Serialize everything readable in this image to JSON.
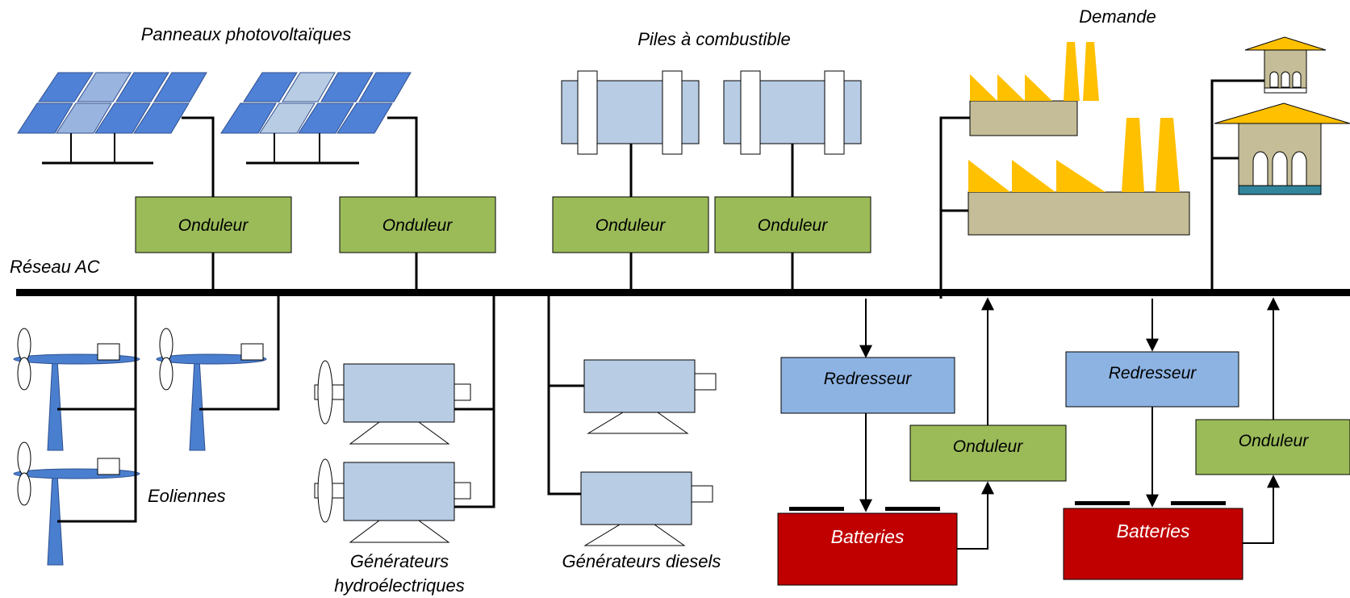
{
  "labels": {
    "pv": "Panneaux photovoltaïques",
    "fuel_cells": "Piles à combustible",
    "demand": "Demande",
    "ac_network": "Réseau AC",
    "wind": "Eoliennes",
    "hydro_line1": "Générateurs",
    "hydro_line2": "hydroélectriques",
    "diesel": "Générateurs diesels"
  },
  "boxes": {
    "inverter": "Onduleur",
    "rectifier": "Redresseur",
    "battery": "Batteries"
  },
  "colors": {
    "inverter": "#9bbb59",
    "rectifier": "#8db3e2",
    "battery": "#c00000",
    "battery_text": "#ffffff",
    "equipment": "#b8cce4",
    "pv_panel": "#4f81d6",
    "pv_panel_light": "#9ab4e0",
    "turbine": "#4a7fcf",
    "factory": "#c4bd97",
    "roof": "#ffc000",
    "house_base": "#31859c",
    "line": "#000000"
  },
  "icons": [
    "solar-panel-icon",
    "fuel-cell-icon",
    "factory-icon",
    "house-icon",
    "wind-turbine-icon",
    "hydro-generator-icon",
    "diesel-generator-icon"
  ]
}
